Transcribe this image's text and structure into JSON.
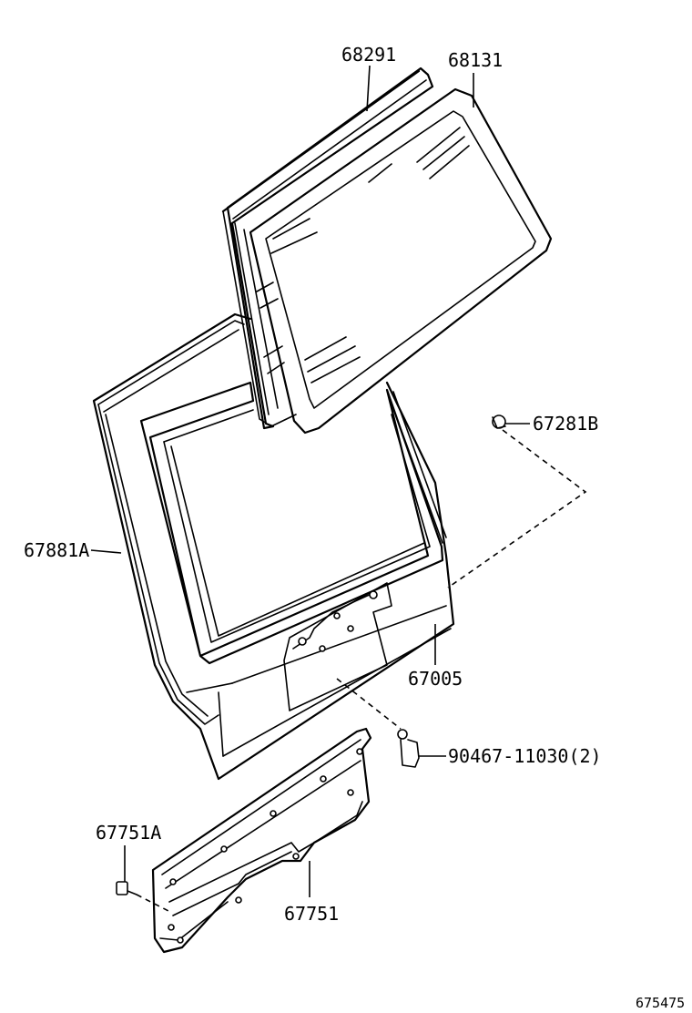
{
  "labels": {
    "p68291": "68291",
    "p68131": "68131",
    "p67281b": "67281B",
    "p67881a": "67881A",
    "p67005": "67005",
    "p90467": "90467-11030(2)",
    "p67751a": "67751A",
    "p67751": "67751"
  },
  "reference_code": "675475"
}
